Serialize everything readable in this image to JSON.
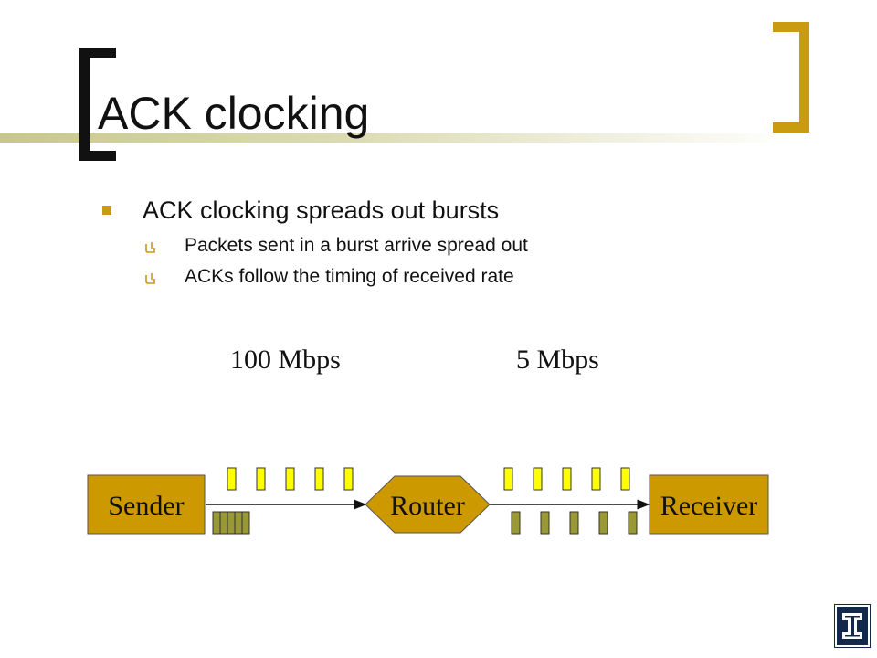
{
  "slide": {
    "title": "ACK clocking",
    "bullet": "ACK clocking spreads out bursts",
    "sub_bullets": [
      "Packets sent in a burst arrive spread out",
      "ACKs follow the timing of received rate"
    ]
  },
  "diagram": {
    "rates": [
      "100 Mbps",
      "5 Mbps"
    ],
    "nodes": {
      "sender": "Sender",
      "router": "Router",
      "receiver": "Receiver"
    },
    "packet_count": 5,
    "colors": {
      "node_fill": "#cc9900",
      "packet": "#ffff00",
      "ack": "#999933",
      "accent": "#c89b10",
      "logo": "#13294b"
    },
    "icons": [
      "bracket-decoration",
      "square-bullet-icon",
      "hook-bullet-icon",
      "university-logo-icon"
    ]
  }
}
